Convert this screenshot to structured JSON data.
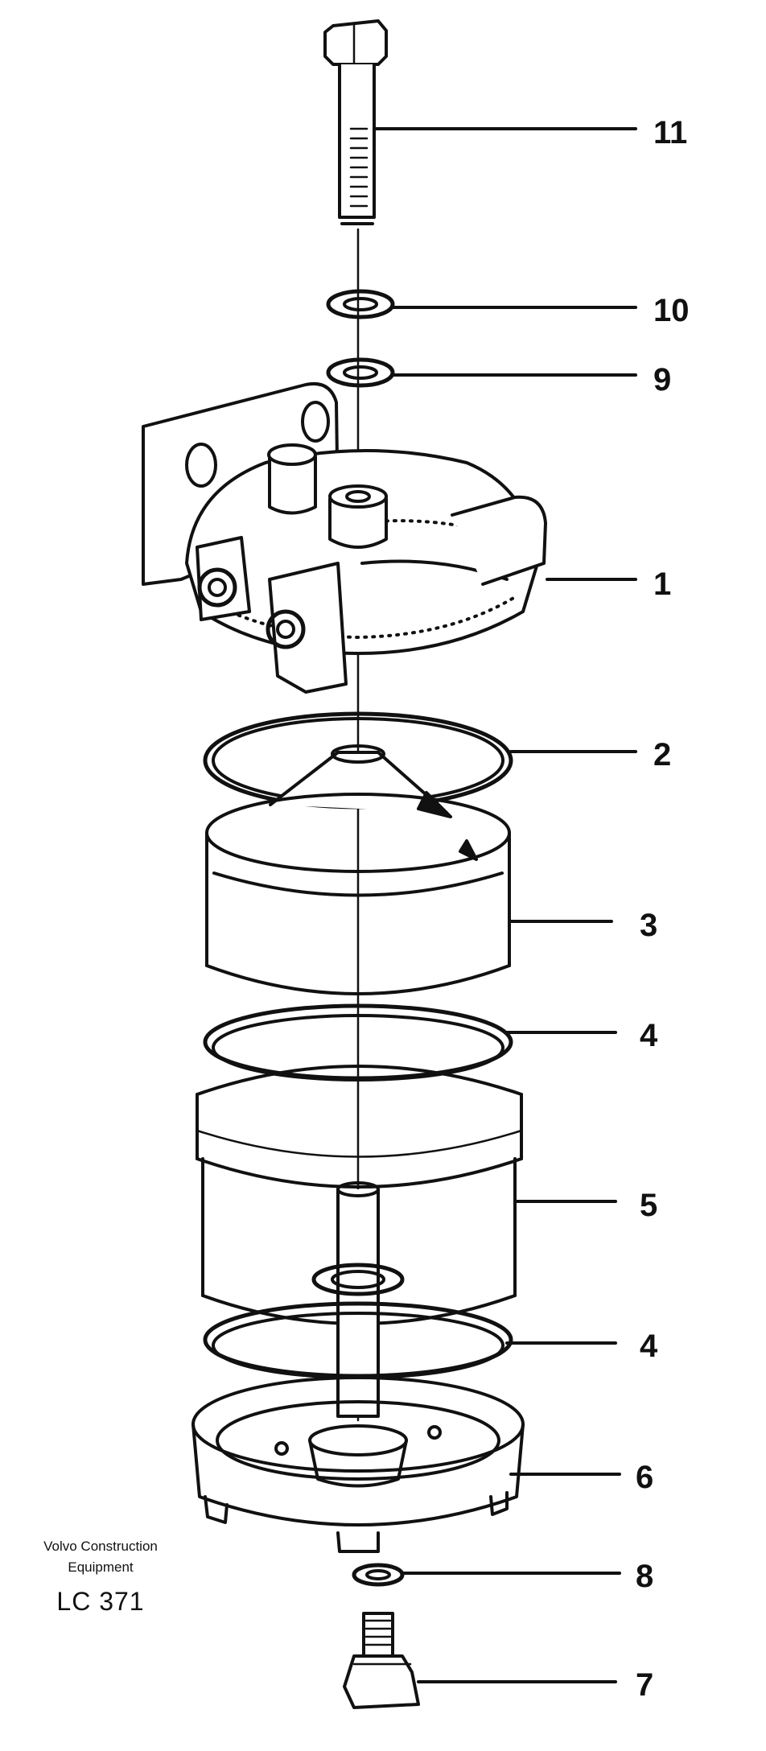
{
  "parts": [
    {
      "id": "bolt",
      "label": "11"
    },
    {
      "id": "upper-washer",
      "label": "10"
    },
    {
      "id": "lower-washer",
      "label": "9"
    },
    {
      "id": "filter-head",
      "label": "1"
    },
    {
      "id": "seal-ring-top",
      "label": "2"
    },
    {
      "id": "filter-element",
      "label": "3"
    },
    {
      "id": "gasket-upper",
      "label": "4"
    },
    {
      "id": "water-bowl",
      "label": "5"
    },
    {
      "id": "gasket-lower",
      "label": "4"
    },
    {
      "id": "base-cover",
      "label": "6"
    },
    {
      "id": "drain-washer",
      "label": "8"
    },
    {
      "id": "drain-plug",
      "label": "7"
    }
  ],
  "footer": {
    "line1": "Volvo Construction",
    "line2": "Equipment",
    "code": "LC 371"
  }
}
